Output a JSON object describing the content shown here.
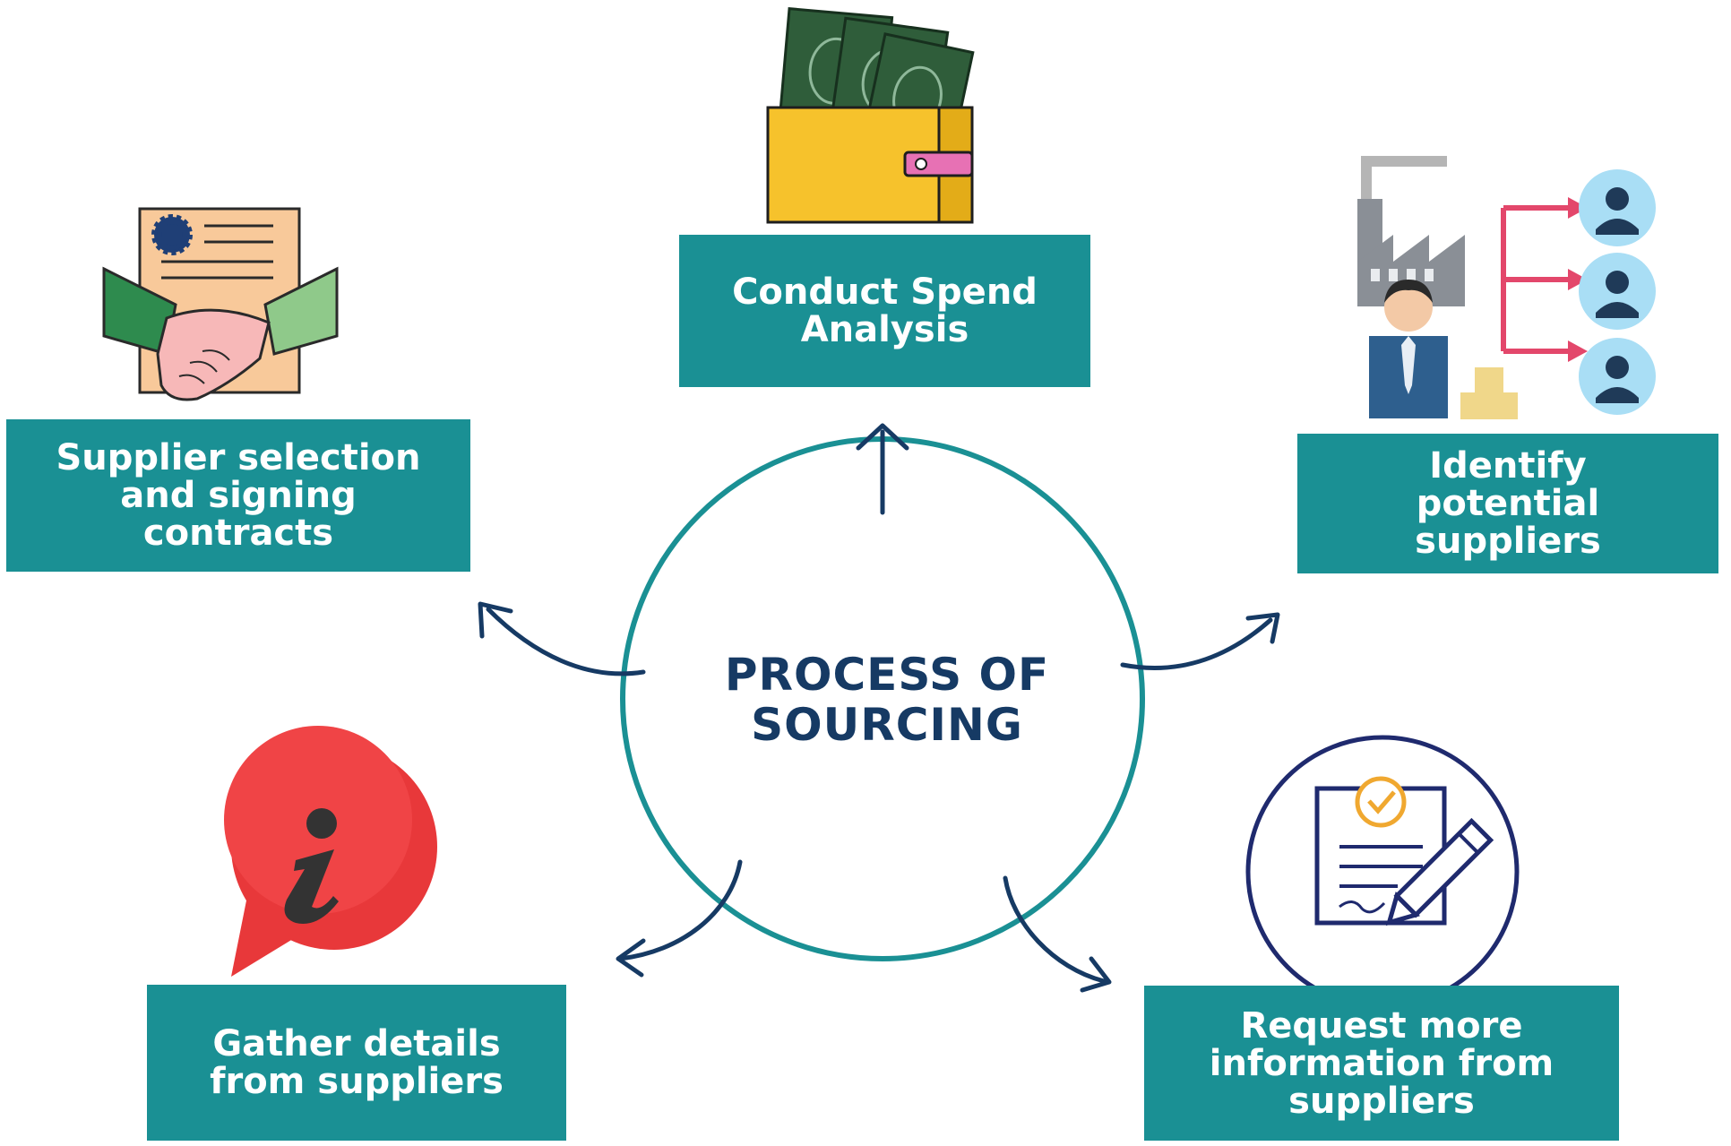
{
  "center": {
    "line1": "PROCESS OF",
    "line2": "SOURCING"
  },
  "steps": [
    {
      "lines": [
        "Conduct Spend",
        "Analysis"
      ],
      "icon": "wallet-money-icon"
    },
    {
      "lines": [
        "Identify",
        "potential",
        "suppliers"
      ],
      "icon": "factory-suppliers-icon"
    },
    {
      "lines": [
        "Request more",
        "information from",
        "suppliers"
      ],
      "icon": "document-pen-icon"
    },
    {
      "lines": [
        "Gather details",
        "from suppliers"
      ],
      "icon": "info-bubble-icon"
    },
    {
      "lines": [
        "Supplier selection",
        "and signing",
        "contracts"
      ],
      "icon": "handshake-contract-icon"
    }
  ],
  "colors": {
    "box": "#1a9094",
    "circle": "#1a9094",
    "arrow": "#163a64",
    "title": "#163a64"
  }
}
